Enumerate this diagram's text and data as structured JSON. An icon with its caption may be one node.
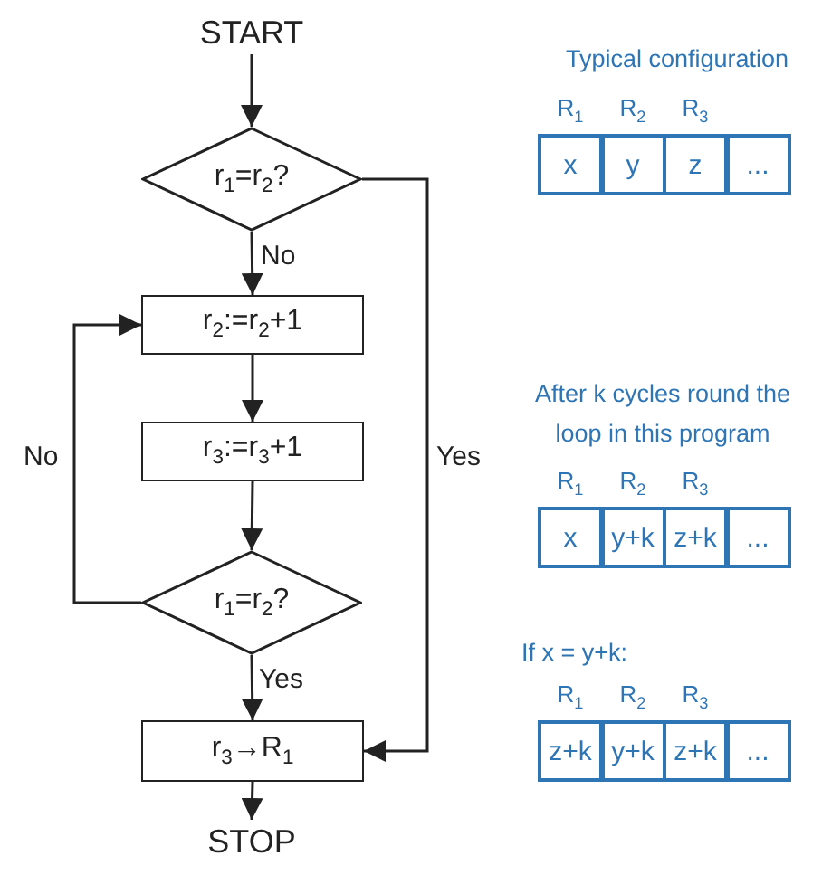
{
  "diagram": {
    "nodes": [
      {
        "text": [
          "START"
        ]
      },
      {
        "text": [
          "r$_{1}$=r$_{2}$?"
        ]
      },
      {
        "text": [
          "r$_{2}$:=r$_{2}$+1"
        ]
      },
      {
        "text": [
          "r$_{3}$:=r$_{3}$+1"
        ]
      },
      {
        "text": [
          "r$_{1}$=r$_{2}$?"
        ]
      },
      {
        "text": [
          "r$_{3}$→R$_{1}$"
        ]
      },
      {
        "text": [
          "STOP"
        ]
      },
      {
        "text": [
          "R$_{1}$",
          "x"
        ]
      },
      {
        "text": [
          "R$_{2}$",
          "y"
        ]
      },
      {
        "text": [
          "R$_{3}$",
          "z"
        ]
      },
      {
        "text": [
          "..."
        ]
      },
      {
        "text": [
          "R$_{1}$",
          "x"
        ]
      },
      {
        "text": [
          "R$_{2}$",
          "y+k"
        ]
      },
      {
        "text": [
          "R$_{3}$",
          "z+k"
        ]
      },
      {
        "text": [
          "..."
        ]
      },
      {
        "text": [
          "R$_{1}$",
          "z+k"
        ]
      },
      {
        "text": [
          "R$_{2}$",
          "y+k"
        ]
      },
      {
        "text": [
          "R$_{3}$",
          "z+k"
        ]
      },
      {
        "text": [
          "..."
        ]
      }
    ],
    "edges": [
      {
        "from": 0,
        "to": 1,
        "arrow": "to"
      },
      {
        "from": 1,
        "to": 2,
        "arrow": "to",
        "label": "No"
      },
      {
        "from": 2,
        "to": 3,
        "arrow": "to"
      },
      {
        "from": 3,
        "to": 4,
        "arrow": "to"
      },
      {
        "from": 4,
        "to": 5,
        "arrow": "to",
        "label": "Yes"
      },
      {
        "from": 4,
        "to": 2,
        "arrow": "to",
        "label": "No"
      },
      {
        "from": 1,
        "to": 5,
        "arrow": "to",
        "label": "Yes"
      },
      {
        "from": 5,
        "to": 6,
        "arrow": "to"
      }
    ],
    "labels": [
      "Typical configuration",
      "After k cycles round the loop in this program",
      "If x = y+k:"
    ]
  }
}
